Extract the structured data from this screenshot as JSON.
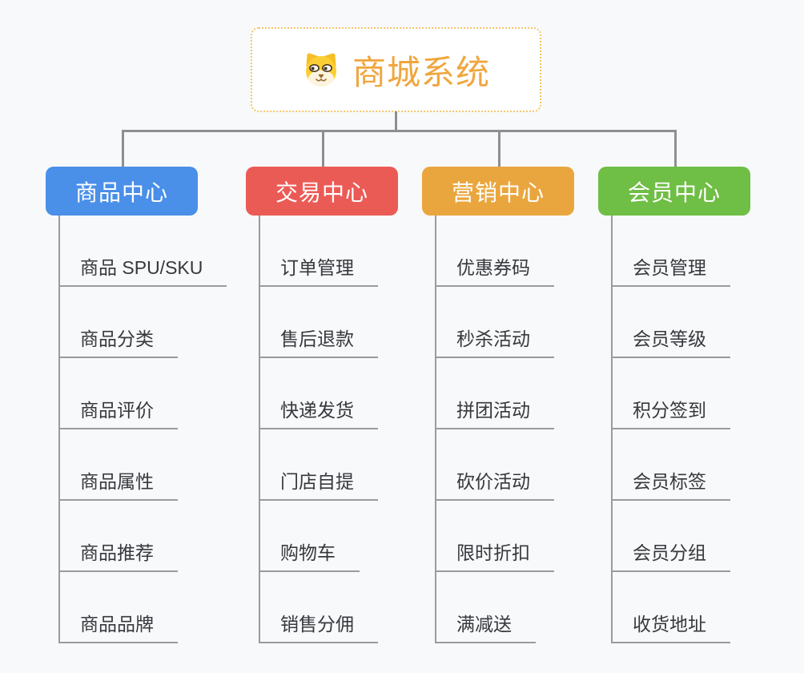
{
  "root": {
    "title": "商城系统",
    "icon": "dog-face-icon",
    "title_color": "#F0A63E",
    "border_color": "#F6C56A"
  },
  "branches": [
    {
      "label": "商品中心",
      "color": "#4A8FE8",
      "children": [
        "商品 SPU/SKU",
        "商品分类",
        "商品评价",
        "商品属性",
        "商品推荐",
        "商品品牌"
      ]
    },
    {
      "label": "交易中心",
      "color": "#EB5B56",
      "children": [
        "订单管理",
        "售后退款",
        "快递发货",
        "门店自提",
        "购物车",
        "销售分佣"
      ]
    },
    {
      "label": "营销中心",
      "color": "#EAA63E",
      "children": [
        "优惠券码",
        "秒杀活动",
        "拼团活动",
        "砍价活动",
        "限时折扣",
        "满减送"
      ]
    },
    {
      "label": "会员中心",
      "color": "#6FBE45",
      "children": [
        "会员管理",
        "会员等级",
        "积分签到",
        "会员标签",
        "会员分组",
        "收货地址"
      ]
    }
  ],
  "ui": {
    "connector_color": "#8f8f8f",
    "sub_line_color": "#9b9b9b",
    "background_color": "#f8f9fa",
    "leaf_text_color": "#35393d"
  }
}
